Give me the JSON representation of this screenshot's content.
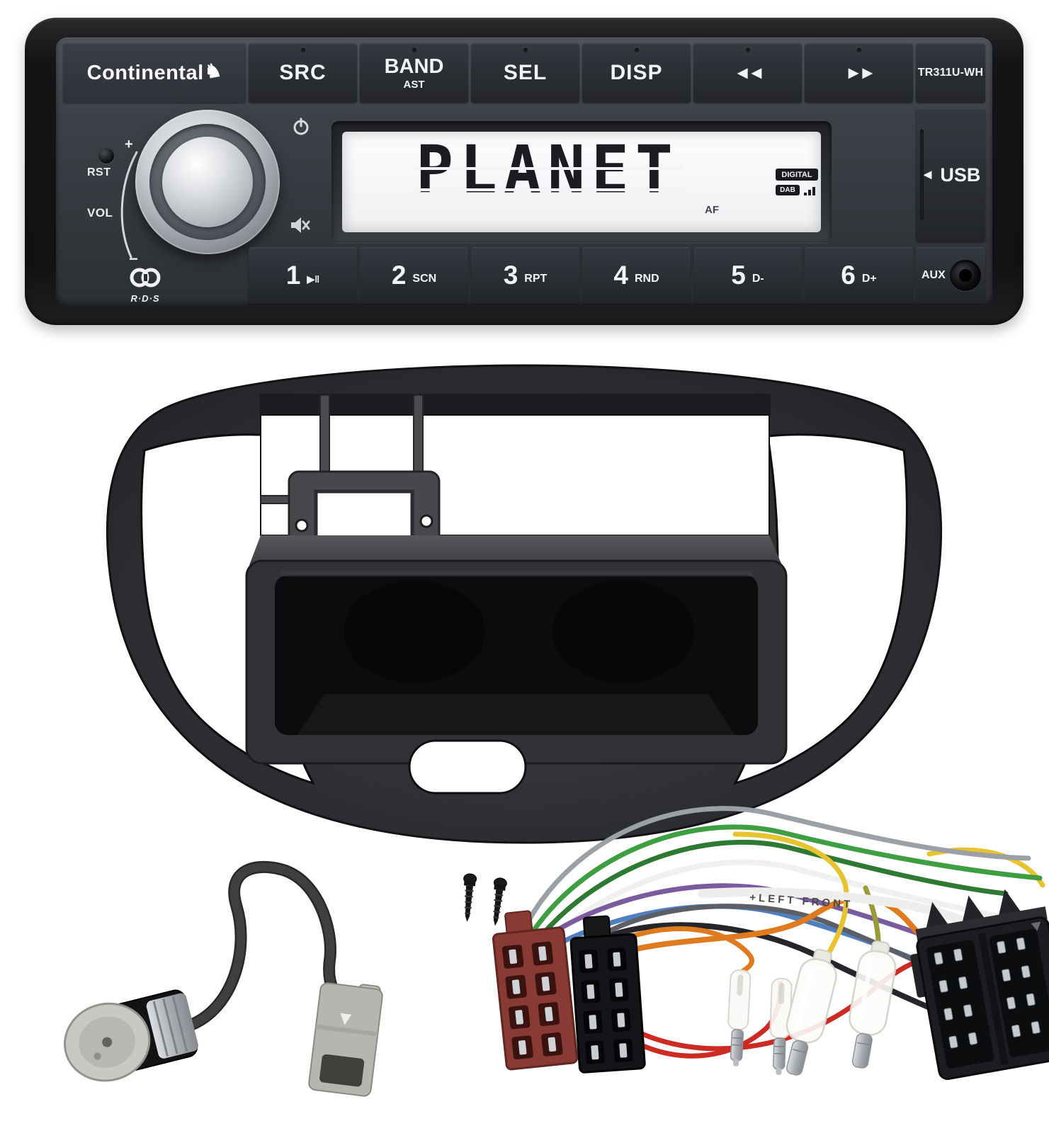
{
  "radio": {
    "brand": "Continental",
    "brand_horse_glyph": "♞",
    "model": "TR311U-WH",
    "top_buttons": [
      "SRC",
      "BAND",
      "SEL",
      "DISP"
    ],
    "band_sub": "AST",
    "rewind_icon": "◄◄",
    "forward_icon": "►►",
    "left_controls": {
      "reset": "RST",
      "volume": "VOL",
      "plus": "+",
      "minus": "−"
    },
    "display": {
      "main_text": "PLANET",
      "digital_badge": "DIGITAL",
      "dab_badge": "DAB",
      "af_indicator": "AF"
    },
    "usb_arrow": "◄",
    "usb_label": "USB",
    "aux_label": "AUX",
    "rds_label": "R·D·S",
    "presets": [
      {
        "num": "1",
        "sub": "▶‖"
      },
      {
        "num": "2",
        "sub": "SCN"
      },
      {
        "num": "3",
        "sub": "RPT"
      },
      {
        "num": "4",
        "sub": "RND"
      },
      {
        "num": "5",
        "sub": "D-"
      },
      {
        "num": "6",
        "sub": "D+"
      }
    ]
  },
  "harness": {
    "wire_label": "+LEFT FRONT",
    "wire_colors": [
      "grey",
      "green",
      "dark-green",
      "white",
      "purple",
      "blue",
      "black",
      "orange",
      "red",
      "yellow"
    ]
  },
  "colors": {
    "background": "#ffffff",
    "radio_bezel": "#141416",
    "radio_face": "#3d4147",
    "lcd": "#f2f4f6",
    "lcd_text": "#1b1c1f",
    "fascia": "#323336",
    "iso_power_plug": "#8a3a34",
    "iso_speaker_plug": "#141518",
    "iso_socket": "#1c1d20",
    "wire_orange": "#e07a1e",
    "wire_red": "#cc2a22",
    "wire_green": "#3e9e42",
    "wire_yellow": "#e8c330",
    "wire_purple": "#7a5b9e",
    "wire_blue": "#4f7fbe"
  }
}
